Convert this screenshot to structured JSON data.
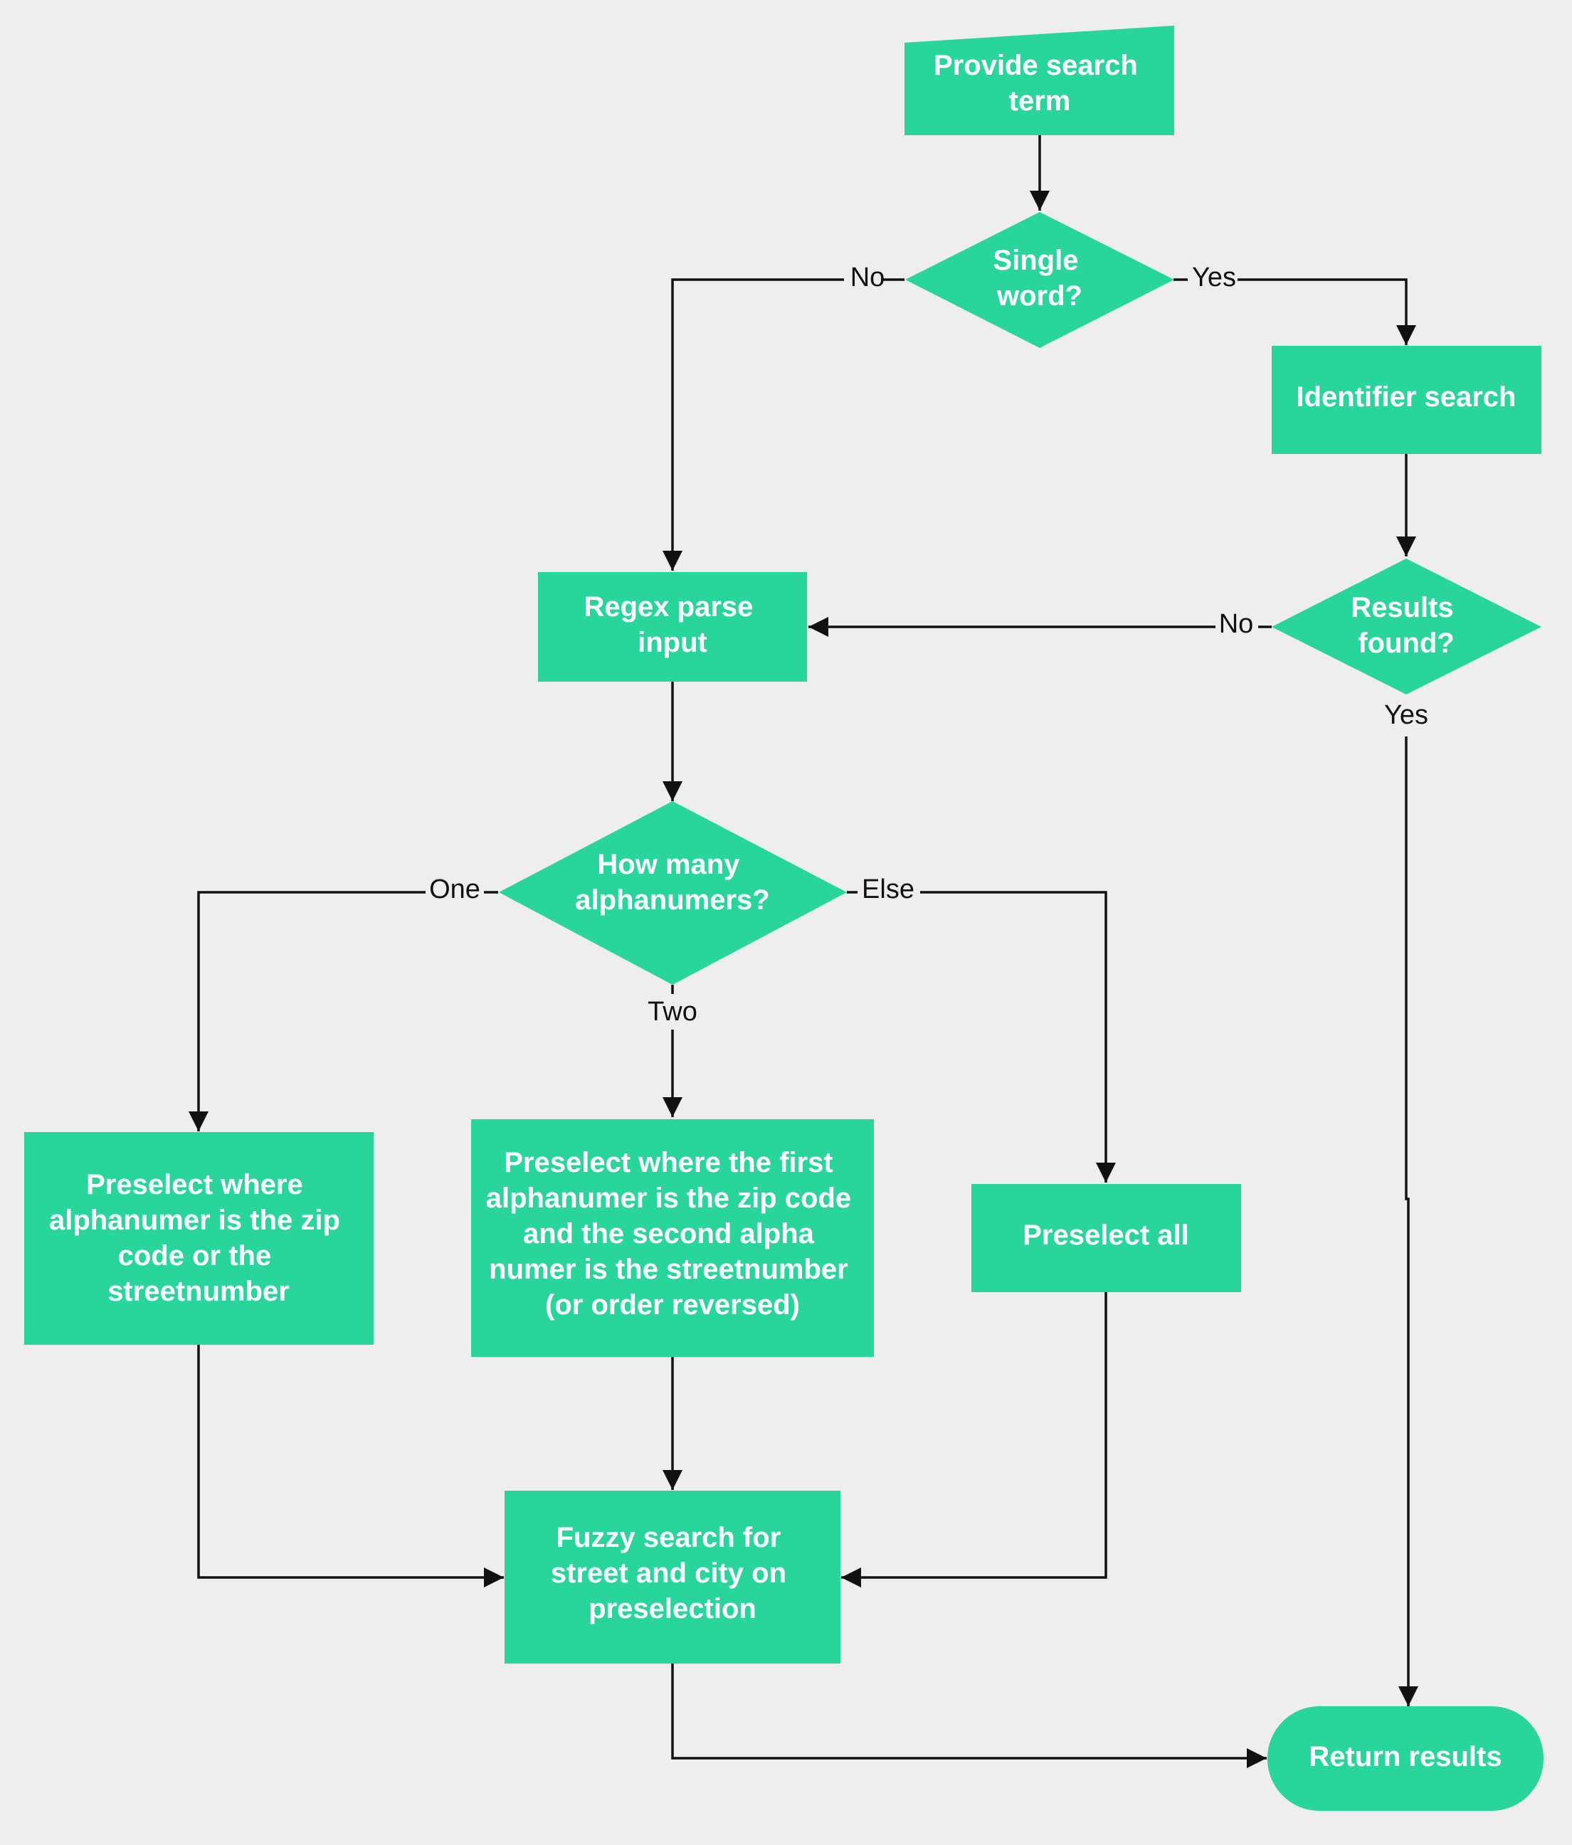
{
  "colors": {
    "node_fill": "#28d69b",
    "node_text": "#ffffff",
    "background": "#eeeeee",
    "edge": "#111111"
  },
  "nodes": {
    "provide": {
      "shape": "manual-input",
      "lines": [
        "Provide search",
        "term"
      ]
    },
    "single_word": {
      "shape": "decision",
      "lines": [
        "Single",
        "word?"
      ]
    },
    "identifier": {
      "shape": "process",
      "lines": [
        "Identifier search"
      ]
    },
    "results_found": {
      "shape": "decision",
      "lines": [
        "Results",
        "found?"
      ]
    },
    "regex": {
      "shape": "process",
      "lines": [
        "Regex parse",
        "input"
      ]
    },
    "how_many": {
      "shape": "decision",
      "lines": [
        "How many",
        "alphanumers?"
      ]
    },
    "pre_one": {
      "shape": "process",
      "lines": [
        "Preselect where",
        "alphanumer is the zip",
        "code or the",
        "streetnumber"
      ]
    },
    "pre_two": {
      "shape": "process",
      "lines": [
        "Preselect where the first",
        "alphanumer is the zip code",
        "and the second alpha",
        "numer is the streetnumber",
        "(or order reversed)"
      ]
    },
    "pre_all": {
      "shape": "process",
      "lines": [
        "Preselect all"
      ]
    },
    "fuzzy": {
      "shape": "process",
      "lines": [
        "Fuzzy search for",
        "street and city on",
        "preselection"
      ]
    },
    "return": {
      "shape": "terminal",
      "lines": [
        "Return results"
      ]
    }
  },
  "edges": {
    "provide_to_single": {
      "from": "provide",
      "to": "single_word",
      "label": ""
    },
    "single_no": {
      "from": "single_word",
      "to": "regex",
      "label": "No"
    },
    "single_yes": {
      "from": "single_word",
      "to": "identifier",
      "label": "Yes"
    },
    "identifier_to_results": {
      "from": "identifier",
      "to": "results_found",
      "label": ""
    },
    "results_no": {
      "from": "results_found",
      "to": "regex",
      "label": "No"
    },
    "results_yes": {
      "from": "results_found",
      "to": "return",
      "label": "Yes"
    },
    "regex_to_howmany": {
      "from": "regex",
      "to": "how_many",
      "label": ""
    },
    "howmany_one": {
      "from": "how_many",
      "to": "pre_one",
      "label": "One"
    },
    "howmany_two": {
      "from": "how_many",
      "to": "pre_two",
      "label": "Two"
    },
    "howmany_else": {
      "from": "how_many",
      "to": "pre_all",
      "label": "Else"
    },
    "one_to_fuzzy": {
      "from": "pre_one",
      "to": "fuzzy",
      "label": ""
    },
    "two_to_fuzzy": {
      "from": "pre_two",
      "to": "fuzzy",
      "label": ""
    },
    "all_to_fuzzy": {
      "from": "pre_all",
      "to": "fuzzy",
      "label": ""
    },
    "fuzzy_to_return": {
      "from": "fuzzy",
      "to": "return",
      "label": ""
    }
  }
}
